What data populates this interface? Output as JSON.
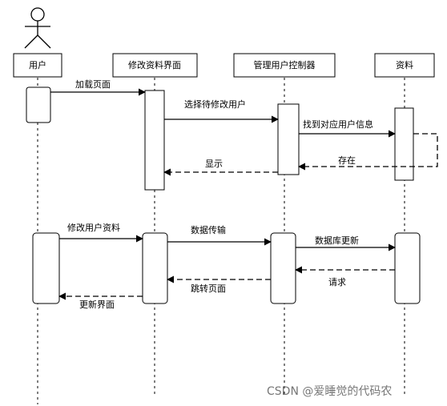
{
  "participants": [
    {
      "id": "user",
      "label": "用户"
    },
    {
      "id": "edit_ui",
      "label": "修改资料界面"
    },
    {
      "id": "controller",
      "label": "管理用户控制器"
    },
    {
      "id": "profile",
      "label": "资料"
    }
  ],
  "messages": {
    "load_page": "加载页面",
    "select_user": "选择待修改用户",
    "find_user": "找到对应用户信息",
    "exists": "存在",
    "display": "显示",
    "edit_profile": "修改用户资料",
    "transfer": "数据传输",
    "db_update": "数据库更新",
    "request": "请求",
    "redirect": "跳转页面",
    "update_ui": "更新界面"
  },
  "watermark": "CSDN @爱睡觉的代码农",
  "colors": {
    "line": "#000000",
    "watermark": "#777777"
  }
}
